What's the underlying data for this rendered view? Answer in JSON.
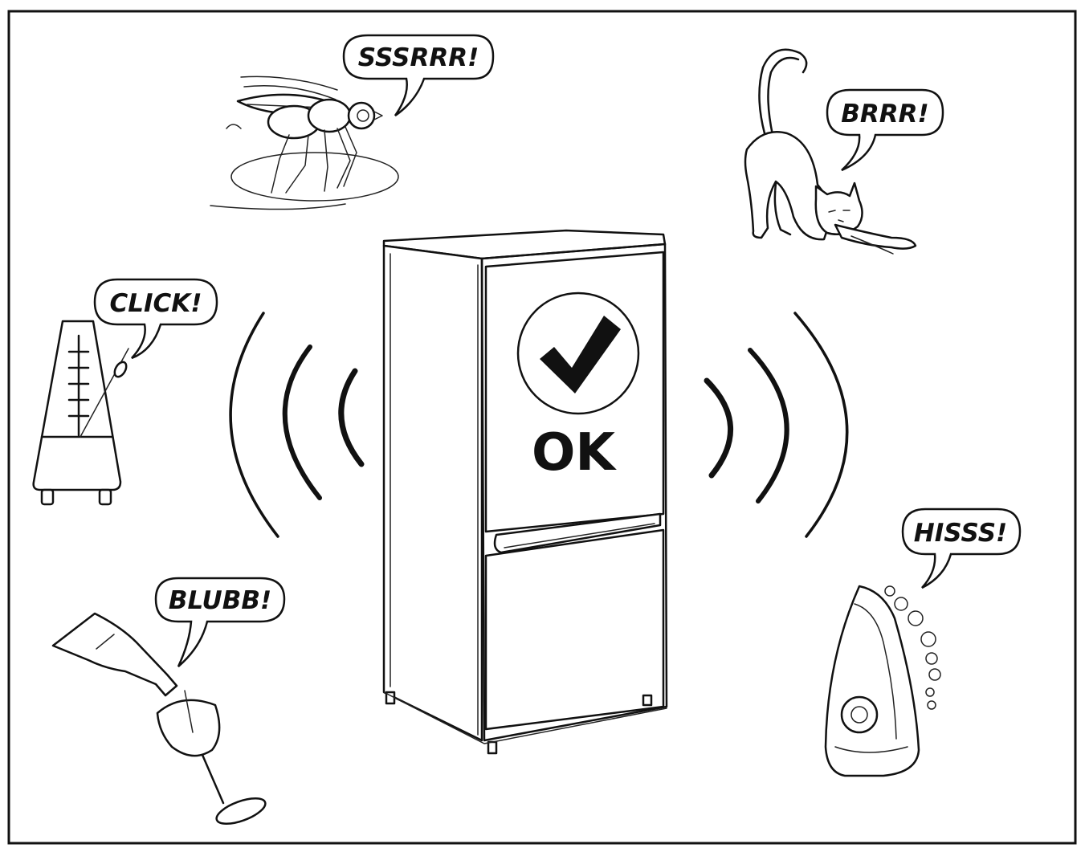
{
  "illustration": {
    "center_label": "OK",
    "sounds": [
      {
        "id": "fly",
        "text": "SSSRRR!",
        "source": "fly-icon"
      },
      {
        "id": "cat",
        "text": "BRRR!",
        "source": "cat-icon"
      },
      {
        "id": "metronome",
        "text": "CLICK!",
        "source": "metronome-icon"
      },
      {
        "id": "bottle",
        "text": "BLUBB!",
        "source": "wine-bottle-icon"
      },
      {
        "id": "iron",
        "text": "HISSS!",
        "source": "steam-iron-icon"
      }
    ],
    "colors": {
      "ink": "#111111",
      "background": "#ffffff"
    }
  }
}
